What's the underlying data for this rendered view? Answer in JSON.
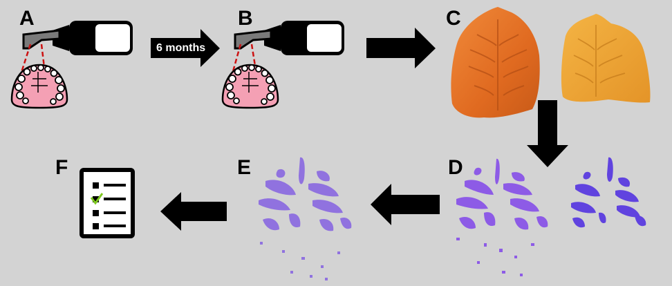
{
  "panels": {
    "a": "A",
    "b": "B",
    "c": "C",
    "d": "D",
    "e": "E",
    "f": "F"
  },
  "arrow_ab": {
    "label": "6 months"
  },
  "colors": {
    "background": "#d3d3d3",
    "scan_orange": "#e8782c",
    "scan_gold": "#f0a830",
    "rugae_purple": "#8a55e8",
    "rugae_blue": "#5a3ce0",
    "gum_pink": "#f4a0b4",
    "laser_red": "#cc1111",
    "check_green": "#7ec820"
  },
  "icons": [
    "intraoral-scanner-icon",
    "dental-arch-icon",
    "palate-scan-model",
    "rugae-segmentation",
    "checklist-icon",
    "arrow-icon"
  ]
}
